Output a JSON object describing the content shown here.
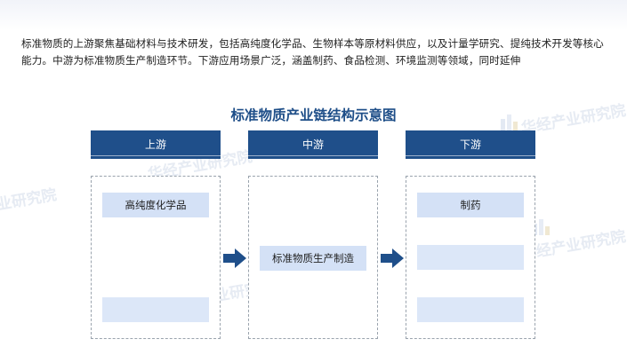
{
  "intro": {
    "text": "标准物质的上游聚焦基础材料与技术研发，包括高纯度化学品、生物样本等原材料供应，以及计量学研究、提纯技术开发等核心能力。中游为标准物质生产制造环节。下游应用场景广泛，涵盖制药、食品检测、环境监测等领域，同时延伸"
  },
  "diagram": {
    "title": "标准物质产业链结构示意图",
    "stages": [
      {
        "label": "上游",
        "items": [
          "高纯度化学品",
          ""
        ]
      },
      {
        "label": "中游",
        "items": [
          "标准物质生产制造"
        ]
      },
      {
        "label": "下游",
        "items": [
          "制药",
          "",
          ""
        ]
      }
    ]
  },
  "watermark": {
    "text": "华经产业研究院"
  },
  "colors": {
    "header": "#1f4f8a",
    "title": "#1e4e88",
    "item_fill": "#d4e1f6",
    "arrow": "#1f4f8a",
    "border": "#9aa3ad"
  }
}
